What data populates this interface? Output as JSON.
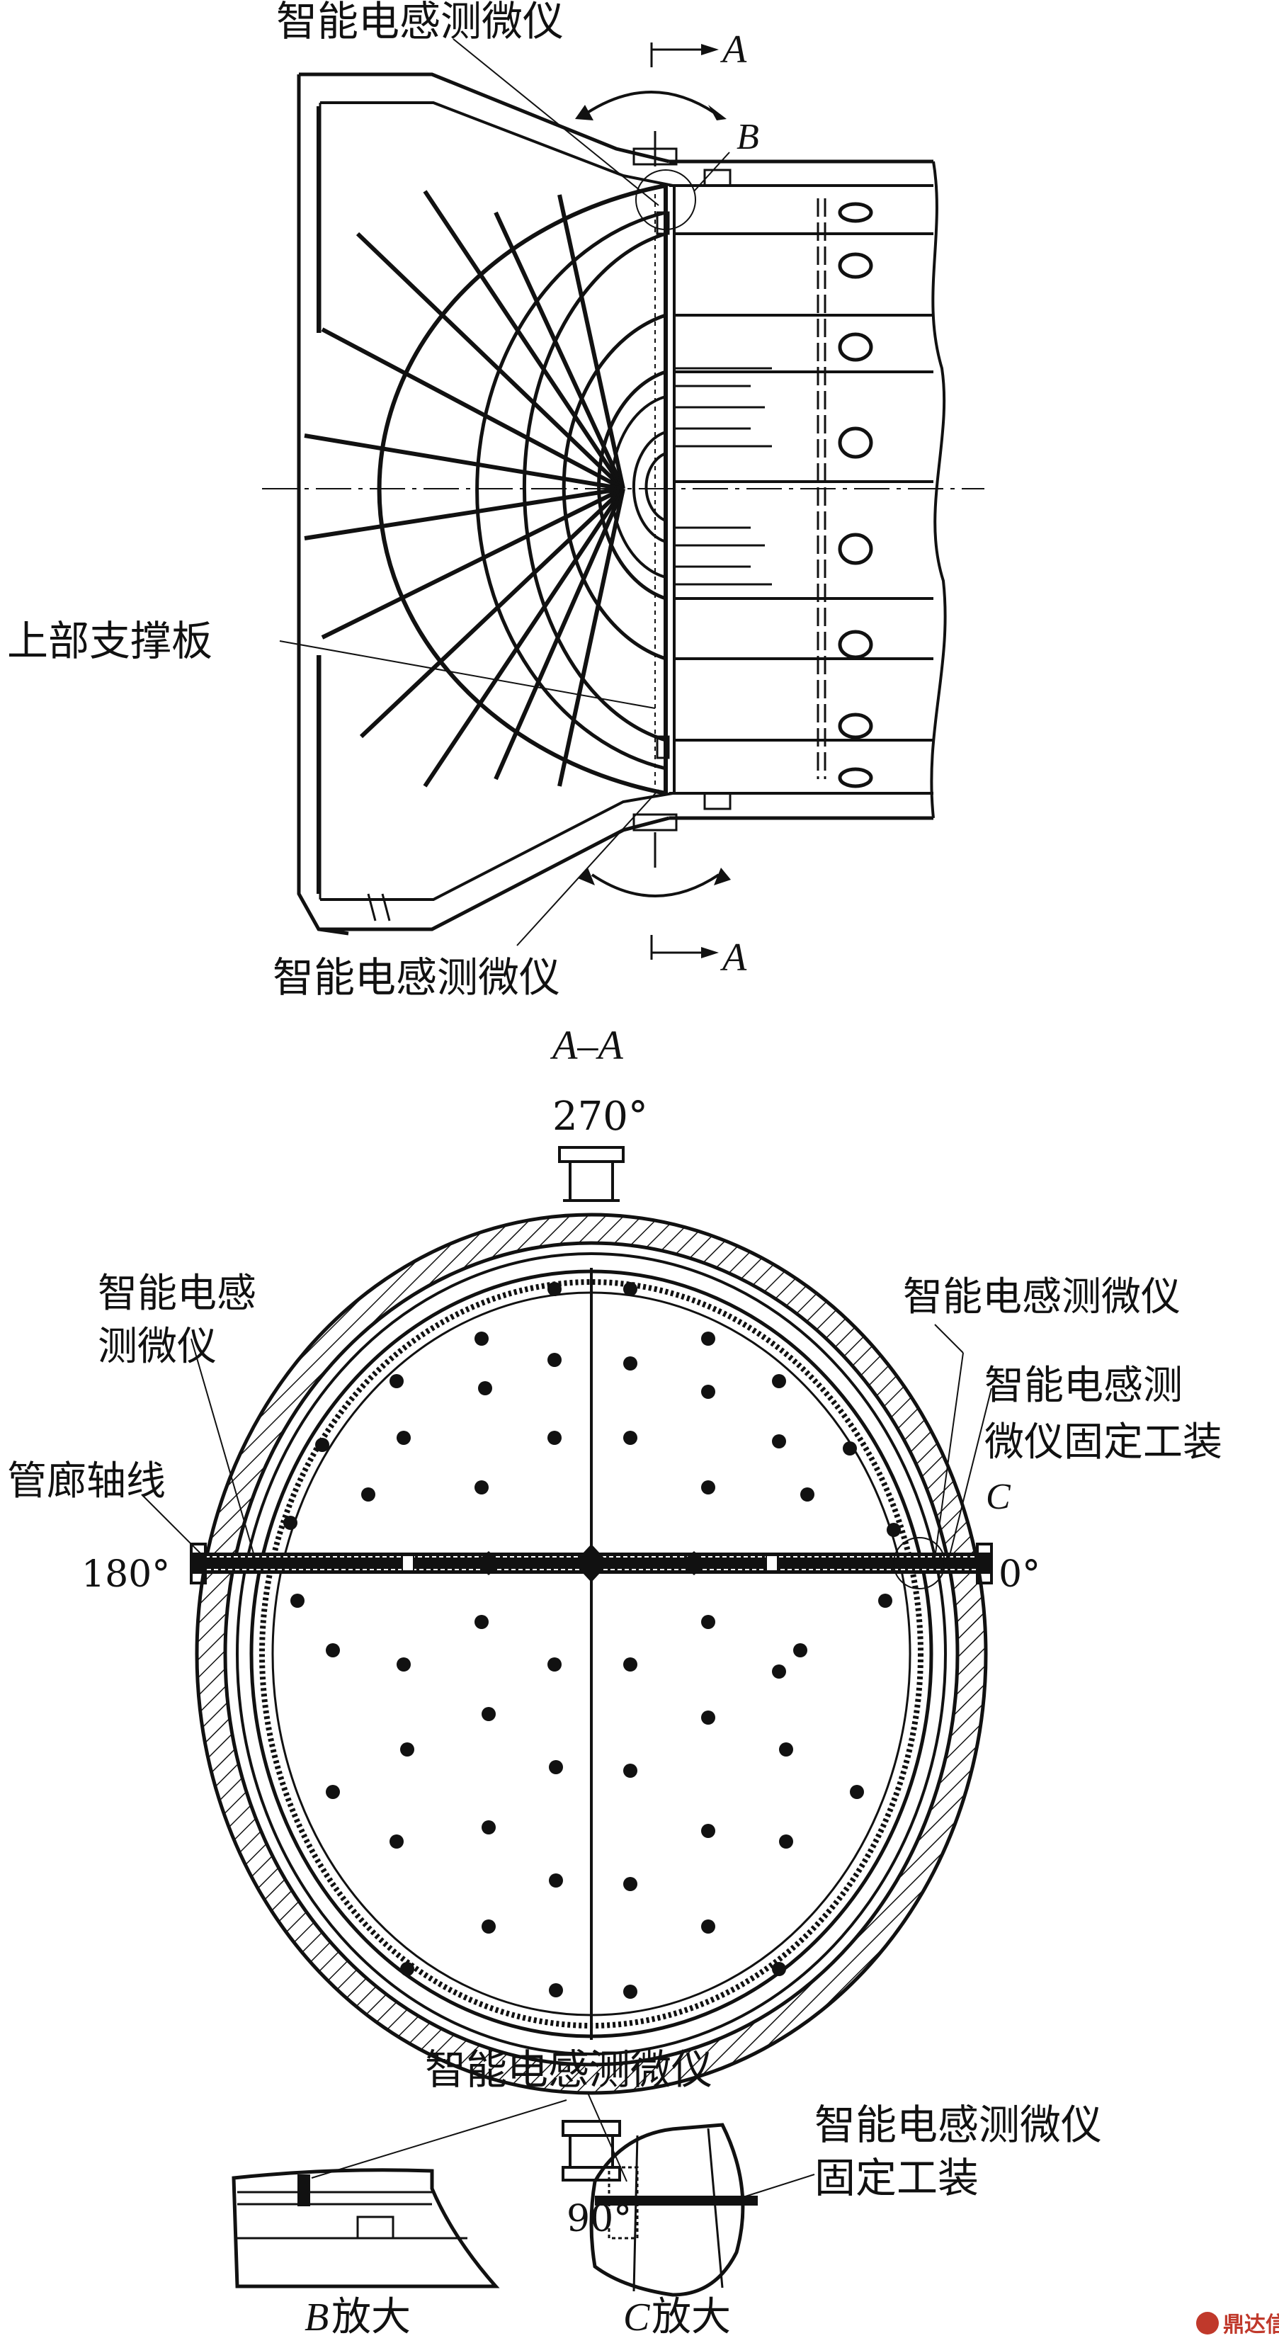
{
  "top_view": {
    "label_probe_top": "智能电感测微仪",
    "label_probe_bottom": "智能电感测微仪",
    "label_support_plate": "上部支撑板",
    "section_letter_top": "A",
    "section_letter_bottom": "A",
    "detail_b": "B"
  },
  "section_view": {
    "title": "A–A",
    "angle_top": "270°",
    "angle_bottom": "90°",
    "angle_left": "180°",
    "angle_right": "0°",
    "label_probe_left_line1": "智能电感",
    "label_probe_left_line2": "测微仪",
    "label_tube_lane": "管廊轴线",
    "label_probe_right": "智能电感测微仪",
    "label_fixture_line1": "智能电感测",
    "label_fixture_line2": "微仪固定工装",
    "detail_c": "C"
  },
  "detail_views": {
    "label_probe": "智能电感测微仪",
    "label_fixture_line1": "智能电感测微仪",
    "label_fixture_line2": "固定工装",
    "caption_b_letter": "B",
    "caption_b_text": "放大",
    "caption_c_letter": "C",
    "caption_c_text": "放大"
  },
  "watermark": {
    "text": "鼎达信"
  }
}
